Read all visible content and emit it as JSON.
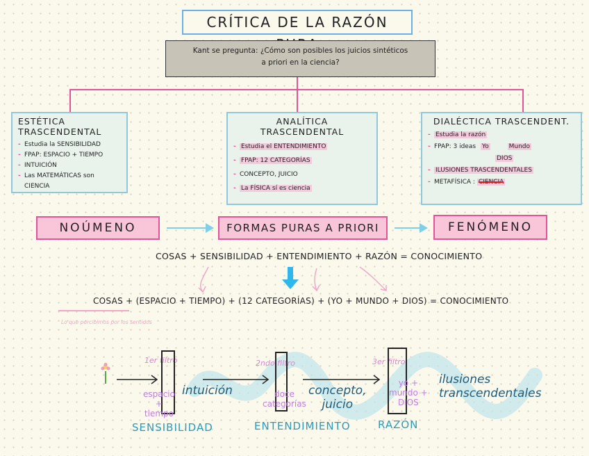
{
  "title": "CRÍTICA DE LA RAZÓN PURA",
  "question": {
    "line1": "Kant se pregunta: ¿Cómo son posibles los juicios sintéticos",
    "line2": "a priori en la ciencia?"
  },
  "panels": {
    "estetica": {
      "title": "ESTÉTICA TRASCENDENTAL",
      "items": [
        "Estudia la SENSIBILIDAD",
        "FPAP: ESPACIO + TIEMPO",
        "INTUICIÓN",
        "Las MATEMÁTICAS son CIENCIA"
      ]
    },
    "analitica": {
      "title": "ANALÍTICA TRASCENDENTAL",
      "items": [
        "Estudia el ENTENDIMIENTO",
        "FPAP: 12 CATEGORÍAS",
        "CONCEPTO, JUICIO",
        "La FÍSICA sí es ciencia"
      ]
    },
    "dialectica": {
      "title": "DIALÉCTICA TRASCENDENT.",
      "item1": "Estudia la razón",
      "item2_prefix": "FPAP: 3 ideas",
      "ideas": [
        "Yo",
        "Mundo",
        "DIOS"
      ],
      "item3": "ILUSIONES TRASCENDENTALES",
      "item4_prefix": "METAFÍSICA :",
      "item4_struck": "CIENCIA"
    }
  },
  "flow": {
    "noumeno": "NOÚMENO",
    "formas": "FORMAS PURAS A PRIORI",
    "fenomeno": "FENÓMENO"
  },
  "equation1": "COSAS + SENSIBILIDAD + ENTENDIMIENTO + RAZÓN = CONOCIMIENTO",
  "equation2": "COSAS + (ESPACIO + TIEMPO) + (12 CATEGORÍAS) + (YO + MUNDO + DIOS) = CONOCIMIENTO",
  "note": "Lo que percibimos por los sentidos",
  "filters": {
    "f1_label": "1er filtro",
    "f1_content": [
      "espacio",
      "+",
      "tiempo"
    ],
    "f1_word": "intuición",
    "f1_name": "SENSIBILIDAD",
    "f2_label": "2ndo filtro",
    "f2_content": [
      "doce",
      "categorías"
    ],
    "f2_word1": "concepto,",
    "f2_word2": "juicio",
    "f2_name": "ENTENDIMIENTO",
    "f3_label": "3er filtro",
    "f3_content": [
      "yo +",
      "mundo +",
      "DIOS"
    ],
    "f3_word1": "ilusiones",
    "f3_word2": "transcendentales",
    "f3_name": "RAZÓN"
  },
  "colors": {
    "pink": "#e4529a",
    "blue": "#6aaee8",
    "teal": "#7fcfe8",
    "panel_bg": "#e9f3ec",
    "purple": "#c27ce2"
  }
}
